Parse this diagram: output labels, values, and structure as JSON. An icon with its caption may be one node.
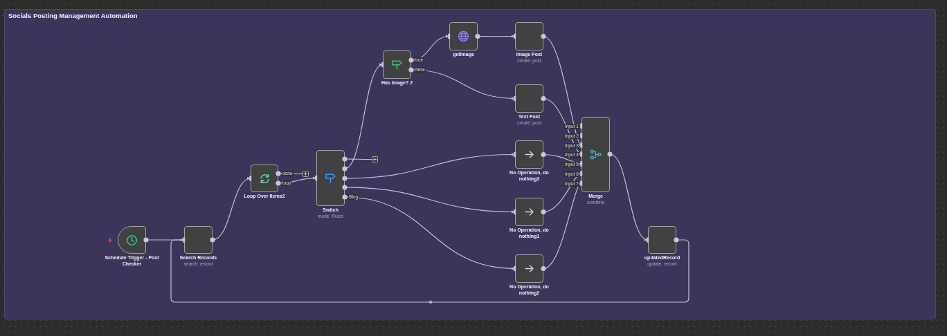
{
  "diagram": {
    "title": "Socials Posting Management Automation",
    "nodes": [
      {
        "text": [
          "Schedule Trigger - Post Checker"
        ]
      },
      {
        "text": [
          "Search Records",
          "search: record"
        ]
      },
      {
        "text": [
          "Loop Over Items2"
        ]
      },
      {
        "text": [],
        "shape": "box"
      },
      {
        "text": [
          "Switch",
          "mode: Rules"
        ]
      },
      {
        "text": [],
        "shape": "box"
      },
      {
        "text": [
          "Has Image? 2"
        ]
      },
      {
        "text": [
          "getImage"
        ]
      },
      {
        "text": [
          "Image Post",
          "create: post"
        ]
      },
      {
        "text": [
          "Text Post",
          "create: post"
        ]
      },
      {
        "text": [
          "No Operation, do nothing3"
        ]
      },
      {
        "text": [
          "No Operation, do nothing1"
        ]
      },
      {
        "text": [
          "No Operation, do nothing2"
        ]
      },
      {
        "text": [
          "Merge",
          "combine"
        ],
        "beside": [
          "Input 1",
          "Input 2",
          "Input 3",
          "Input 4",
          "Input 5",
          "Input 6",
          "Input 7"
        ]
      },
      {
        "text": [
          "updatedRecord",
          "update: record"
        ]
      }
    ],
    "edges": [
      {
        "from": 0,
        "to": 1,
        "arrow": "to"
      },
      {
        "from": 1,
        "to": 2,
        "arrow": "to"
      },
      {
        "from": 2,
        "to": 3,
        "arrow": "none",
        "label": "done"
      },
      {
        "from": 2,
        "to": 4,
        "arrow": "to",
        "label": "loop"
      },
      {
        "from": 4,
        "to": 5,
        "arrow": "none"
      },
      {
        "from": 4,
        "to": 6,
        "arrow": "to"
      },
      {
        "from": 4,
        "to": 10,
        "arrow": "to"
      },
      {
        "from": 4,
        "to": 11,
        "arrow": "to"
      },
      {
        "from": 4,
        "to": 12,
        "arrow": "to",
        "label": "Blog"
      },
      {
        "from": 6,
        "to": 7,
        "arrow": "to",
        "label": "true"
      },
      {
        "from": 6,
        "to": 9,
        "arrow": "to",
        "label": "false"
      },
      {
        "from": 7,
        "to": 8,
        "arrow": "to"
      },
      {
        "from": 8,
        "to": 13,
        "arrow": "to"
      },
      {
        "from": 9,
        "to": 13,
        "arrow": "to"
      },
      {
        "from": 10,
        "to": 13,
        "arrow": "to"
      },
      {
        "from": 11,
        "to": 13,
        "arrow": "to"
      },
      {
        "from": 12,
        "to": 13,
        "arrow": "to"
      },
      {
        "from": 13,
        "to": 14,
        "arrow": "to"
      },
      {
        "from": 14,
        "to": 1,
        "arrow": "to"
      }
    ]
  }
}
